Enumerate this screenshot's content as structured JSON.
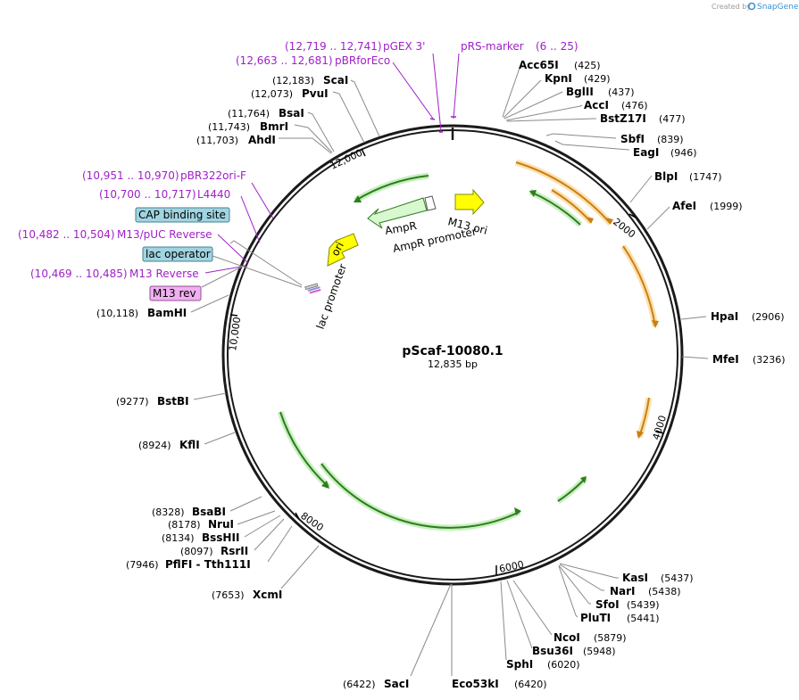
{
  "credit": {
    "prefix": "Created by",
    "brand": "SnapGene"
  },
  "map": {
    "name": "pScaf-10080.1",
    "length_label": "12,835 bp",
    "total_bp": 12835
  },
  "ticks": [
    "2000",
    "4000",
    "6000",
    "8000",
    "10,000",
    "12,000"
  ],
  "sites": [
    {
      "name": "Acc65I",
      "pos": "(425)",
      "bp": 425
    },
    {
      "name": "KpnI",
      "pos": "(429)",
      "bp": 429
    },
    {
      "name": "BglII",
      "pos": "(437)",
      "bp": 437
    },
    {
      "name": "AccI",
      "pos": "(476)",
      "bp": 476
    },
    {
      "name": "BstZ17I",
      "pos": "(477)",
      "bp": 477
    },
    {
      "name": "SbfI",
      "pos": "(839)",
      "bp": 839
    },
    {
      "name": "EagI",
      "pos": "(946)",
      "bp": 946
    },
    {
      "name": "BlpI",
      "pos": "(1747)",
      "bp": 1747
    },
    {
      "name": "AfeI",
      "pos": "(1999)",
      "bp": 1999
    },
    {
      "name": "HpaI",
      "pos": "(2906)",
      "bp": 2906
    },
    {
      "name": "MfeI",
      "pos": "(3236)",
      "bp": 3236
    },
    {
      "name": "KasI",
      "pos": "(5437)",
      "bp": 5437
    },
    {
      "name": "NarI",
      "pos": "(5438)",
      "bp": 5438
    },
    {
      "name": "SfoI",
      "pos": "(5439)",
      "bp": 5439
    },
    {
      "name": "PluTI",
      "pos": "(5441)",
      "bp": 5441
    },
    {
      "name": "NcoI",
      "pos": "(5879)",
      "bp": 5879
    },
    {
      "name": "Bsu36I",
      "pos": "(5948)",
      "bp": 5948
    },
    {
      "name": "SphI",
      "pos": "(6020)",
      "bp": 6020
    },
    {
      "name": "Eco53kI",
      "pos": "(6420)",
      "bp": 6420
    },
    {
      "name": "SacI",
      "pos": "(6422)",
      "bp": 6422
    },
    {
      "name": "XcmI",
      "pos": "(7653)",
      "bp": 7653
    },
    {
      "name": "PflFI - Tth111I",
      "pos": "(7946)",
      "bp": 7946
    },
    {
      "name": "RsrII",
      "pos": "(8097)",
      "bp": 8097
    },
    {
      "name": "BssHII",
      "pos": "(8134)",
      "bp": 8134
    },
    {
      "name": "NruI",
      "pos": "(8178)",
      "bp": 8178
    },
    {
      "name": "BsaBI",
      "pos": "(8328)",
      "bp": 8328
    },
    {
      "name": "KflI",
      "pos": "(8924)",
      "bp": 8924
    },
    {
      "name": "BstBI",
      "pos": "(9277)",
      "bp": 9277
    },
    {
      "name": "BamHI",
      "pos": "(10,118)",
      "bp": 10118
    },
    {
      "name": "AhdI",
      "pos": "(11,703)",
      "bp": 11703
    },
    {
      "name": "BmrI",
      "pos": "(11,743)",
      "bp": 11743
    },
    {
      "name": "BsaI",
      "pos": "(11,764)",
      "bp": 11764
    },
    {
      "name": "PvuI",
      "pos": "(12,073)",
      "bp": 12073
    },
    {
      "name": "ScaI",
      "pos": "(12,183)",
      "bp": 12183
    }
  ],
  "primers": [
    {
      "name": "pRS-marker",
      "range": "(6 .. 25)"
    },
    {
      "name": "pGEX 3'",
      "range": "(12,719 .. 12,741)"
    },
    {
      "name": "pBRforEco",
      "range": "(12,663 .. 12,681)"
    },
    {
      "name": "pBR322ori-F",
      "range": "(10,951 .. 10,970)"
    },
    {
      "name": "L4440",
      "range": "(10,700 .. 10,717)"
    },
    {
      "name": "M13/pUC Reverse",
      "range": "(10,482 .. 10,504)"
    },
    {
      "name": "M13 Reverse",
      "range": "(10,469 .. 10,485)"
    }
  ],
  "boxed_features": [
    {
      "name": "CAP binding site"
    },
    {
      "name": "lac operator"
    },
    {
      "name": "M13 rev"
    }
  ],
  "features": [
    {
      "name": "AmpR"
    },
    {
      "name": "AmpR promoter"
    },
    {
      "name": "M13 ori"
    },
    {
      "name": "ori"
    },
    {
      "name": "lac promoter"
    }
  ],
  "colors": {
    "backbone": "#1a1a1a",
    "orange_feature": "#f0a020",
    "green_feature": "#4caf3a",
    "primer": "#a020c8",
    "ori_yellow": "#ffff00",
    "box_teal": "#a0d4e0",
    "box_pink": "#f0b0f0"
  }
}
